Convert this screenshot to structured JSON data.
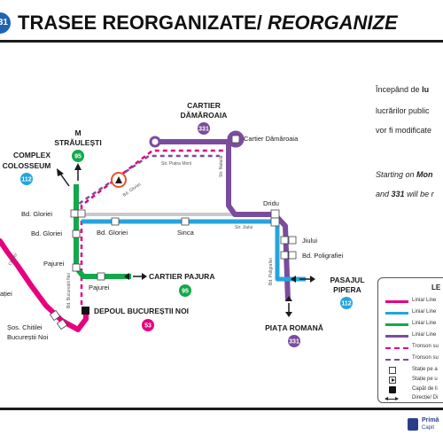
{
  "header": {
    "badge": "31",
    "title_upright": "TRASEE REORGANIZATE/",
    "title_italic": "REORGANIZE"
  },
  "info": {
    "ro_1_prefix": "Începând de",
    "ro_1_bold": "lu",
    "ro_2": "lucrărilor public",
    "ro_3": "vor fi modificate",
    "en_1_prefix": "Starting on",
    "en_1_bold": "Mon",
    "en_2_prefix": "and",
    "en_2_bold": "331",
    "en_2_suffix": "will be r"
  },
  "colors": {
    "green": "#13a84b",
    "purple": "#7b4c9e",
    "blue": "#27a4dd",
    "pink": "#e6007e",
    "grey": "#c9c9c9",
    "dark": "#1b1b1b"
  },
  "places": {
    "complex_colosseum": [
      "COMPLEX",
      "COLOSSEUM"
    ],
    "m_straulesti": [
      "M",
      "STRĂULEȘTI"
    ],
    "cartier_damaroaia": [
      "CARTIER",
      "DĂMĂROAIA"
    ],
    "cartier_pajura": "CARTIER PAJURA",
    "depou": "DEPOUL BUCUREȘTII NOI",
    "pasajul_pipera": [
      "PASAJUL",
      "PIPERA"
    ],
    "piata_romana": "PIAȚA ROMANĂ"
  },
  "stops": {
    "bd_gloriei_1": "Bd. Gloriei",
    "bd_gloriei_2": "Bd. Gloriei",
    "bd_gloriei_3": "Bd. Gloriei",
    "sinca": "Sinca",
    "pajurei_1": "Pajurei",
    "pajurei_2": "Pajurei",
    "cartier_damaroaia": "Cartier Dămăroaia",
    "dridu": "Dridu",
    "jiului": "Jiului",
    "bd_poligrafiei": "Bd. Poligrafiei",
    "sos_chitilei": "Șos. Chitilei",
    "bucurestii_noi": "Bucureștii Noi",
    "fragment_tiei": "ației"
  },
  "streets": {
    "str_platra_morii": "Str. Piatra Morii",
    "str_natalia": "Str. Natalia",
    "bd_gloriei_diag": "Bd. Gloriei",
    "str_jiului": "Str. Jiului",
    "bd_bucurestii_noi": "Bd. Bucureștii Noi",
    "bd_poligrafiei_vert": "Bd. Poligrafiei",
    "chitilei_vert": "Chitilei"
  },
  "badges": {
    "b95_top": "95",
    "b112_left": "112",
    "b331_top": "331",
    "b95_pajura": "95",
    "b53": "53",
    "b112_right": "112",
    "b331_bottom": "331"
  },
  "legend": {
    "title": "LE",
    "linia_1": "Linia/ Line",
    "linia_2": "Linia/ Line",
    "linia_3": "Linia/ Line",
    "linia_4": "Linia/ Line",
    "tronson_1": "Tronson su",
    "tronson_2": "Tronson su",
    "statie_1": "Stație pe a",
    "statie_2": "Stație pe u",
    "capat": "Capăt de li",
    "directie": "Direcție/ Di"
  },
  "footer": {
    "logo_1": "Primă",
    "logo_2": "Capit"
  }
}
